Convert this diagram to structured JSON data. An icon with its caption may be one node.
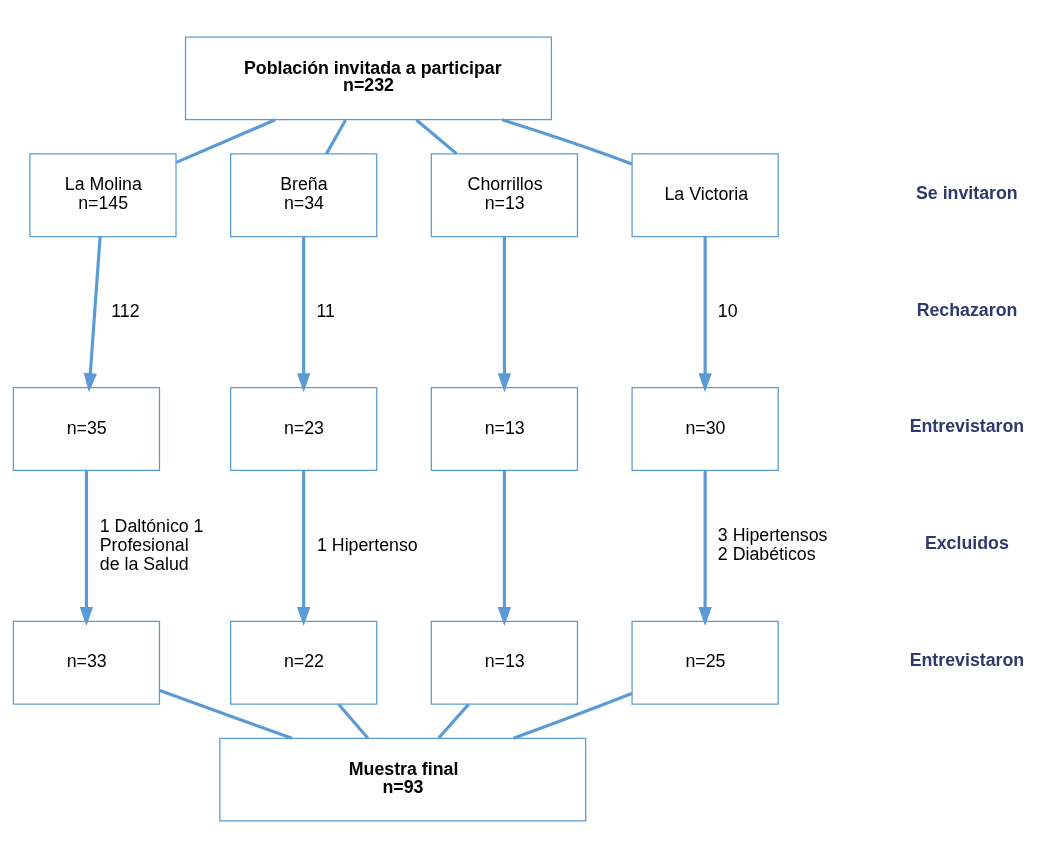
{
  "diagram": {
    "nodes": [
      {
        "text": [
          "Población invitada a participar",
          "n=232"
        ]
      },
      {
        "text": [
          "La Molina",
          "n=145"
        ]
      },
      {
        "text": [
          "Breña",
          "n=34"
        ]
      },
      {
        "text": [
          "Chorrillos",
          "n=13"
        ]
      },
      {
        "text": [
          "La Victoria"
        ]
      },
      {
        "text": [
          "n=35"
        ]
      },
      {
        "text": [
          "n=23"
        ]
      },
      {
        "text": [
          "n=13"
        ]
      },
      {
        "text": [
          "n=30"
        ]
      },
      {
        "text": [
          "n=33"
        ]
      },
      {
        "text": [
          "n=22"
        ]
      },
      {
        "text": [
          "n=13"
        ]
      },
      {
        "text": [
          "n=25"
        ]
      },
      {
        "text": [
          "Muestra final",
          "n=93"
        ]
      }
    ],
    "edges": [
      {
        "from": 0,
        "to": 1,
        "arrow": "none"
      },
      {
        "from": 0,
        "to": 2,
        "arrow": "none"
      },
      {
        "from": 0,
        "to": 3,
        "arrow": "none"
      },
      {
        "from": 0,
        "to": 4,
        "arrow": "none"
      },
      {
        "from": 1,
        "to": 5,
        "arrow": "to",
        "label": "112"
      },
      {
        "from": 2,
        "to": 6,
        "arrow": "to",
        "label": "11"
      },
      {
        "from": 3,
        "to": 7,
        "arrow": "to"
      },
      {
        "from": 4,
        "to": 8,
        "arrow": "to",
        "label": "10"
      },
      {
        "from": 5,
        "to": 9,
        "arrow": "to",
        "label": "1 Daltónico 1 Profesional de la Salud"
      },
      {
        "from": 6,
        "to": 10,
        "arrow": "to",
        "label": "1 Hipertenso"
      },
      {
        "from": 7,
        "to": 11,
        "arrow": "to"
      },
      {
        "from": 8,
        "to": 12,
        "arrow": "to",
        "label": "3 Hipertensos 2 Diabéticos"
      },
      {
        "from": 9,
        "to": 13,
        "arrow": "none"
      },
      {
        "from": 10,
        "to": 13,
        "arrow": "none"
      },
      {
        "from": 11,
        "to": 13,
        "arrow": "none"
      },
      {
        "from": 12,
        "to": 13,
        "arrow": "none"
      }
    ],
    "labels": [
      "Se invitaron",
      "Rechazaron",
      "Entrevistaron",
      "Excluidos",
      "Entrevistaron"
    ]
  }
}
